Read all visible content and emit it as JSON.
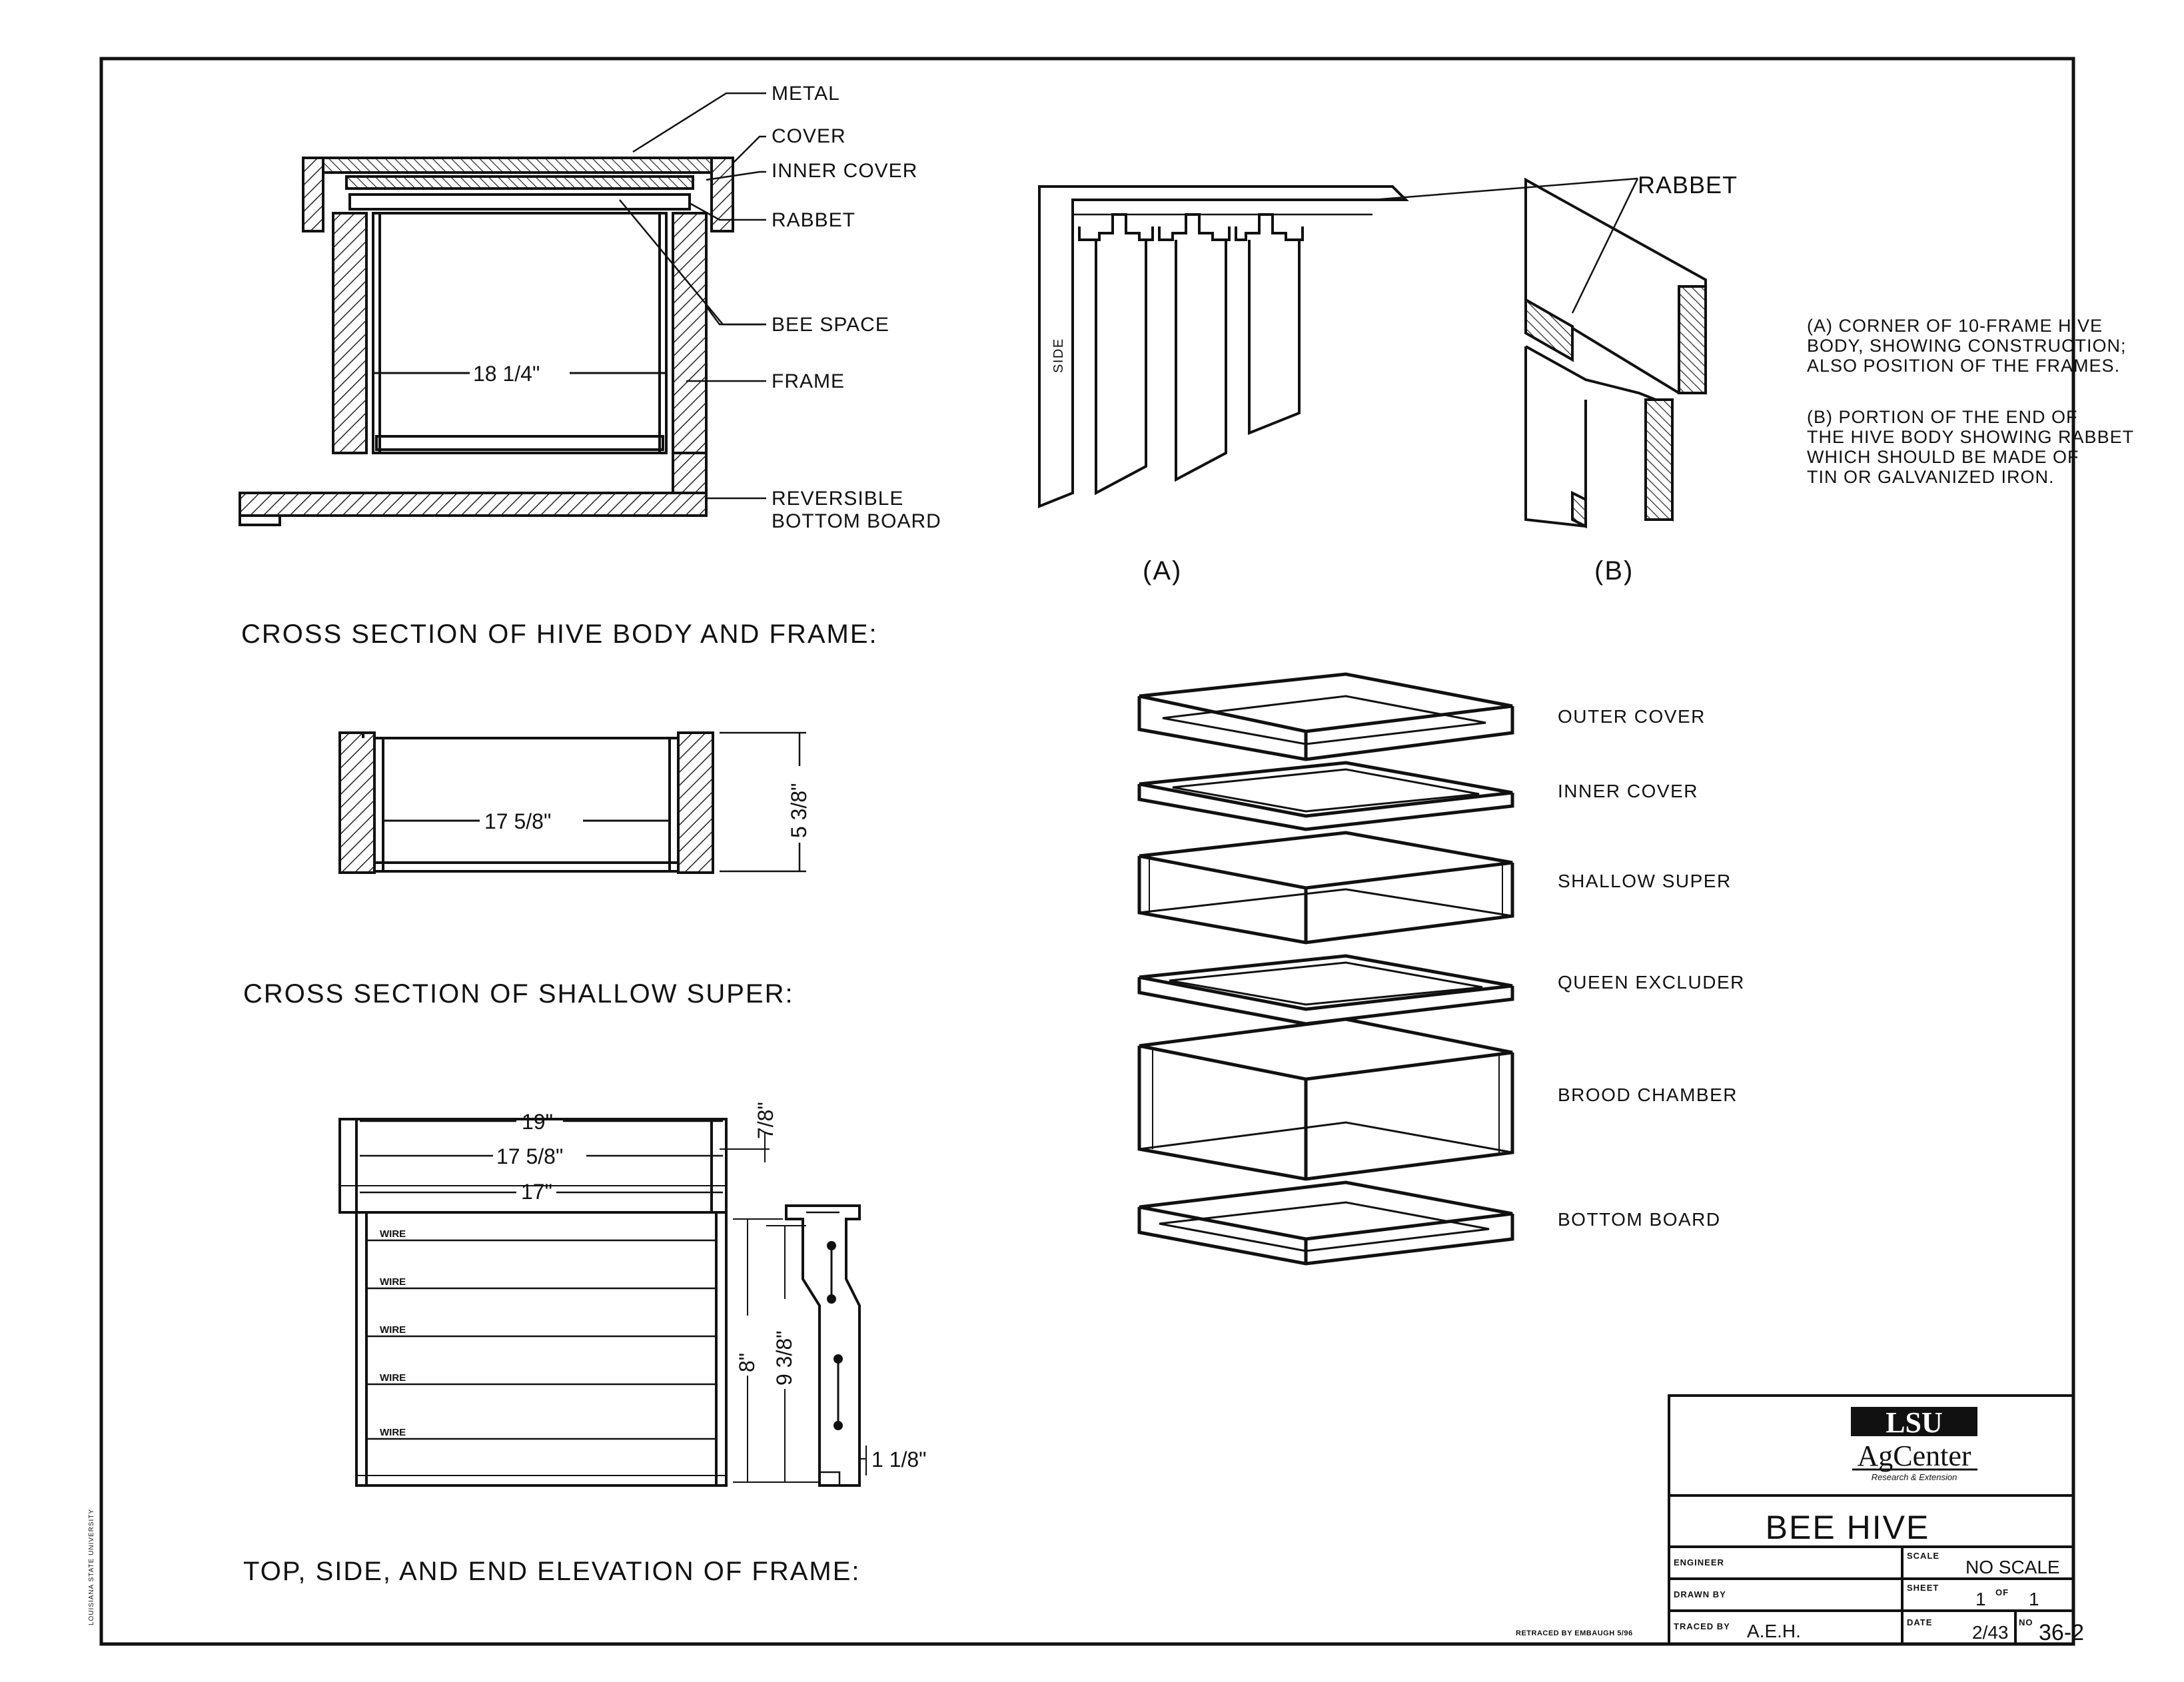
{
  "hive_section": {
    "labels": {
      "metal": "METAL",
      "cover": "COVER",
      "inner_cover": "INNER COVER",
      "rabbet": "RABBET",
      "bee_space": "BEE SPACE",
      "frame": "FRAME",
      "bottom_line1": "REVERSIBLE",
      "bottom_line2": "BOTTOM BOARD"
    },
    "width_dim": "18 1/4\"",
    "title": "CROSS SECTION OF HIVE BODY AND FRAME:"
  },
  "super_section": {
    "width_dim": "17 5/8\"",
    "height_dim": "5 3/8\"",
    "title": "CROSS SECTION OF SHALLOW SUPER:"
  },
  "frame_elevation": {
    "dims": {
      "top_19": "19\"",
      "top_17_5_8": "17 5/8\"",
      "top_17": "17\"",
      "top_7_8": "7/8\"",
      "height_8": "8\"",
      "height_9_3_8": "9 3/8\"",
      "end_1_1_8": "1 1/8\""
    },
    "wire_label": "WIRE",
    "title": "TOP, SIDE, AND END ELEVATION OF FRAME:"
  },
  "corner_detail": {
    "rabbet_label": "RABBET",
    "side_label": "SIDE",
    "label_a": "(A)",
    "label_b": "(B)",
    "note_a": [
      "(A) CORNER OF 10-FRAME HIVE",
      "BODY, SHOWING CONSTRUCTION;",
      "ALSO POSITION OF THE FRAMES."
    ],
    "note_b": [
      "(B) PORTION OF THE END OF",
      "THE HIVE BODY SHOWING RABBET",
      "WHICH SHOULD BE MADE OF",
      "TIN OR GALVANIZED IRON."
    ]
  },
  "exploded_parts": [
    {
      "label": "OUTER COVER"
    },
    {
      "label": "INNER COVER"
    },
    {
      "label": "SHALLOW SUPER"
    },
    {
      "label": "QUEEN EXCLUDER"
    },
    {
      "label": "BROOD CHAMBER"
    },
    {
      "label": "BOTTOM BOARD"
    }
  ],
  "title_block": {
    "logo_top": "LSU",
    "logo_middle": "AgCenter",
    "logo_bottom": "Research & Extension",
    "drawing_title": "BEE HIVE",
    "engineer_label": "ENGINEER",
    "engineer_value": "",
    "drawn_by_label": "DRAWN BY",
    "drawn_by_value": "",
    "traced_by_label": "TRACED BY",
    "traced_by_value": "A.E.H.",
    "scale_label": "SCALE",
    "scale_value": "NO SCALE",
    "sheet_label": "SHEET",
    "sheet_value": "1",
    "sheet_of": "OF",
    "sheet_total": "1",
    "date_label": "DATE",
    "date_value": "2/43",
    "no_label": "NO",
    "no_value": "36-2"
  },
  "retraced_note": "RETRACED BY EMBAUGH 5/96",
  "margin_note": "LOUISIANA STATE UNIVERSITY"
}
